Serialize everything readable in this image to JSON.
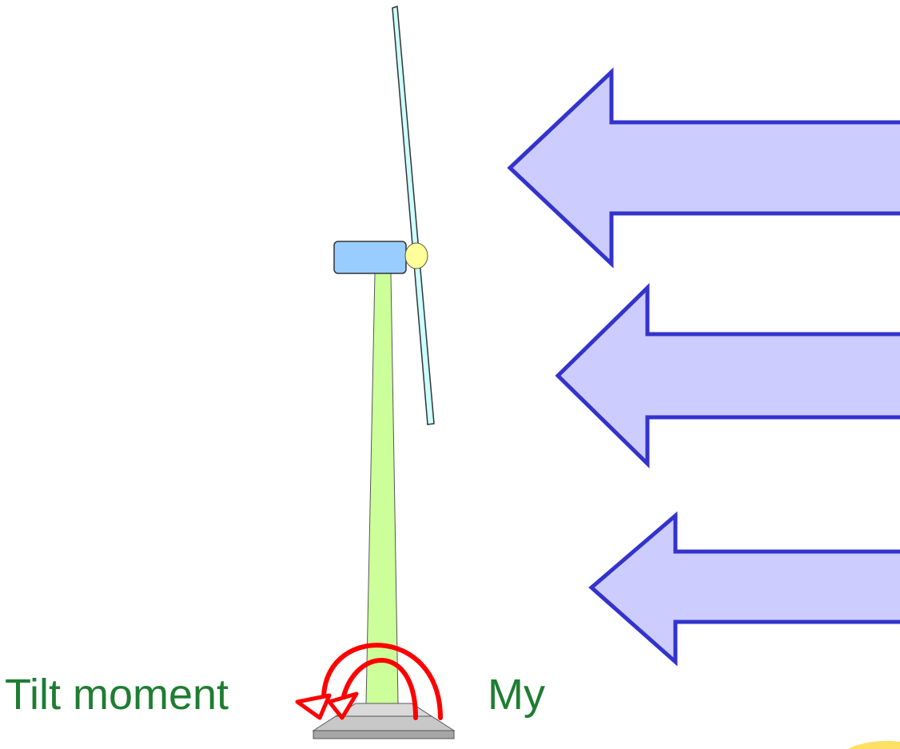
{
  "labels": {
    "tilt_moment": "Tilt moment",
    "moment_symbol": "My"
  },
  "colors": {
    "label_text": "#1e7d32",
    "wind_arrow_fill": "#ccccff",
    "wind_arrow_stroke": "#3333cc",
    "tower_fill": "#ccff99",
    "nacelle_fill": "#99ccff",
    "hub_fill": "#ffff99",
    "blade_fill": "#ccffff",
    "foundation_fill": "#bfbfbf",
    "moment_arrow": "#ff0000"
  },
  "icons": {
    "wind": "left-arrow",
    "moment": "curved-arrow"
  }
}
